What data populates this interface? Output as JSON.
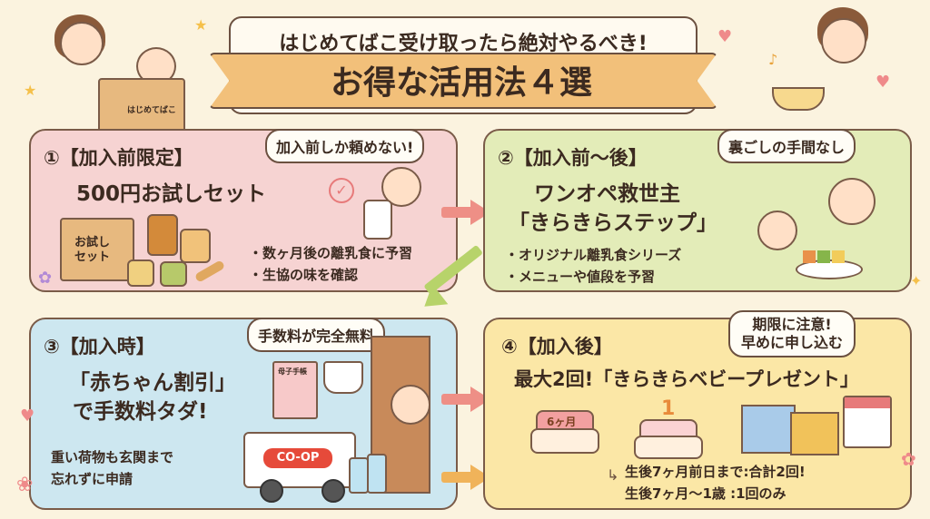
{
  "header": {
    "subtitle": "はじめてばこ受け取ったら絶対やるべき!",
    "title": "お得な活用法４選"
  },
  "box_label": "はじめてばこ",
  "panel1": {
    "heading": "①【加入前限定】",
    "main": "500円お試しセット",
    "bubble": "加入前しか頼めない!",
    "bullets": [
      "・数ヶ月後の離乳食に予習",
      "・生協の味を確認"
    ],
    "box_label": "お試しセット"
  },
  "panel2": {
    "heading": "②【加入前〜後】",
    "line1": "ワンオペ救世主",
    "line2": "「きらきらステップ」",
    "bubble": "裏ごしの手間なし",
    "bullets": [
      "・オリジナル離乳食シリーズ",
      "・メニューや値段を予習"
    ]
  },
  "panel3": {
    "heading": "③【加入時】",
    "line1": "「赤ちゃん割引」",
    "line2": "で手数料タダ!",
    "bubble": "手数料が完全無料",
    "note1": "重い荷物も玄関まで",
    "note2": "忘れずに申請",
    "book_label": "母子手帳",
    "truck_logo": "CO-OP"
  },
  "panel4": {
    "heading": "④【加入後】",
    "main": "最大2回!「きらきらベビープレゼント」",
    "bubble_line1": "期限に注意!",
    "bubble_line2": "早めに申し込む",
    "cake1_label": "6ヶ月",
    "cake2_label": "1",
    "note1": "生後7ヶ月前日まで:合計2回!",
    "note2": "生後7ヶ月〜1歳 :1回のみ"
  },
  "colors": {
    "panel1": "#f6d3d2",
    "panel2": "#e3ecb8",
    "panel3": "#cde7f0",
    "panel4": "#fbe7a6",
    "arrow": "#ee8f86",
    "arrow_green": "#b7d36a",
    "arrow_orange": "#f0b35a"
  }
}
